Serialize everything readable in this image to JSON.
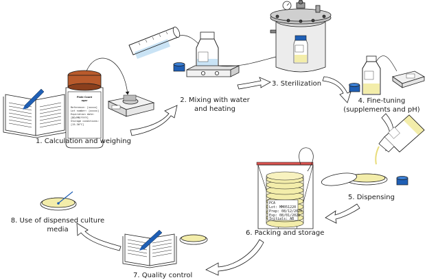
{
  "steps": {
    "s1": "1. Calculation and weighing",
    "s2a": "2. Mixing with water",
    "s2b": "and heating",
    "s3": "3. Sterilization",
    "s4a": "4. Fine-tuning",
    "s4b": "(supplements and pH)",
    "s5": "5. Dispensing",
    "s6": "6. Packing and storage",
    "s7": "7. Quality control",
    "s8a": "8. Use of dispensed culture",
    "s8b": "media"
  },
  "jar_label": {
    "title1": "Plate Count",
    "title2": "agar",
    "l1": "Reference: [xxxxx]",
    "l2": "Lot number: [xxxxx]",
    "l3": "Expiration date:",
    "l4": "[DD/MM/YYYY]",
    "l5": "Storage conditions:",
    "l6": "[15-30°C]"
  },
  "bag_label": {
    "l1": "PCA",
    "l2": "Lot: MM051220",
    "l3": "Prep: 08/12/2020",
    "l4": "Exp: 08/01/2021",
    "l5": "Initials: AB"
  },
  "colors": {
    "stroke": "#1a1a1a",
    "blue": "#1f5fb5",
    "light_blue": "#c9e3f5",
    "agar": "#f3edaa",
    "brown": "#b85a2c",
    "grey": "#e6e6e6",
    "red": "#d9534f"
  }
}
